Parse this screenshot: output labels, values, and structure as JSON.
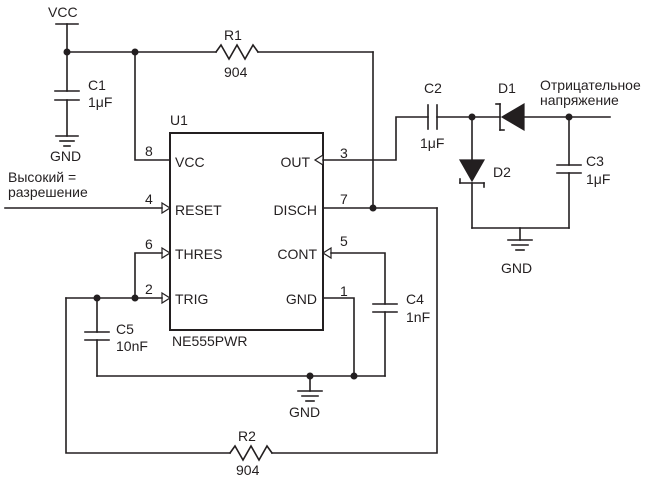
{
  "power": {
    "vcc_label": "VCC"
  },
  "ic": {
    "ref": "U1",
    "part": "NE555PWR",
    "pins": {
      "vcc": {
        "num": "8",
        "name": "VCC"
      },
      "reset": {
        "num": "4",
        "name": "RESET"
      },
      "thres": {
        "num": "6",
        "name": "THRES"
      },
      "trig": {
        "num": "2",
        "name": "TRIG"
      },
      "out": {
        "num": "3",
        "name": "OUT"
      },
      "disch": {
        "num": "7",
        "name": "DISCH"
      },
      "cont": {
        "num": "5",
        "name": "CONT"
      },
      "gnd": {
        "num": "1",
        "name": "GND"
      }
    }
  },
  "components": {
    "r1": {
      "ref": "R1",
      "value": "904"
    },
    "r2": {
      "ref": "R2",
      "value": "904"
    },
    "c1": {
      "ref": "C1",
      "value": "1μF"
    },
    "c2": {
      "ref": "C2",
      "value": "1μF"
    },
    "c3": {
      "ref": "C3",
      "value": "1μF"
    },
    "c4": {
      "ref": "C4",
      "value": "1nF"
    },
    "c5": {
      "ref": "C5",
      "value": "10nF"
    },
    "d1": {
      "ref": "D1"
    },
    "d2": {
      "ref": "D2"
    }
  },
  "labels": {
    "enable_line1": "Высокий =",
    "enable_line2": "разрешение",
    "output_line1": "Отрицательное",
    "output_line2": "напряжение",
    "gnd": "GND"
  }
}
